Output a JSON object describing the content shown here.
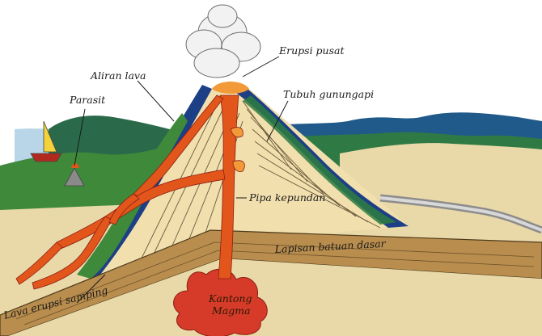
{
  "labels": {
    "central_eruption": "Erupsi pusat",
    "lava_flow": "Aliran lava",
    "parasitic_cone": "Parasit",
    "volcano_body": "Tubuh gunungapi",
    "main_vent": "Pipa kepundan",
    "bedrock_layer": "Lapisan batuan dasar",
    "side_eruption": "Lava erupsi samping",
    "magma_chamber_line1": "Kantong",
    "magma_chamber_line2": "Magma"
  },
  "colors": {
    "sky": "#ffffff",
    "sea": "#b9d6e8",
    "far_hills": "#1f5a8a",
    "green_hills": "#2e7d3f",
    "volcano_body": "#f1dfae",
    "volcano_rim": "#1d3f86",
    "lava": "#e2561b",
    "lava_light": "#f29a3a",
    "ground": "#e8d7a8",
    "bedrock": "#b88d4e",
    "magma": "#d63b2a",
    "smoke": "#f2f2f2"
  }
}
